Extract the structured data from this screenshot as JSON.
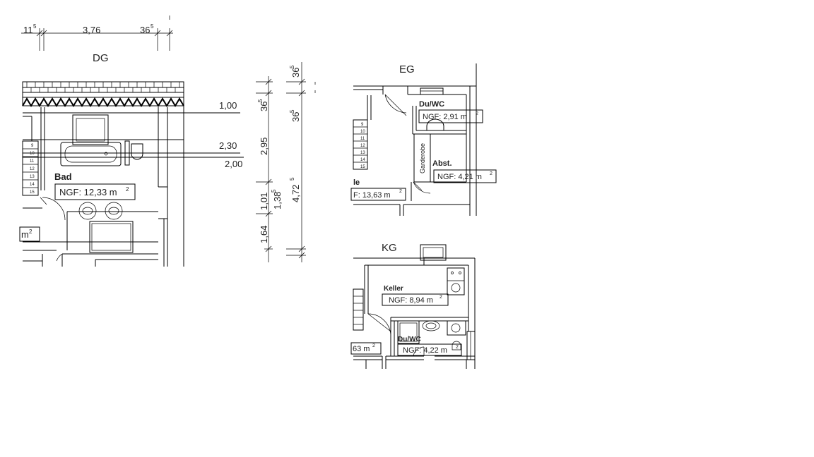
{
  "floors": {
    "dg": {
      "label": "DG"
    },
    "eg": {
      "label": "EG"
    },
    "kg": {
      "label": "KG"
    }
  },
  "dg_top_dims": {
    "left": "11",
    "left_sup": "5",
    "middle": "3,76",
    "right": "36",
    "right_sup": "5"
  },
  "dg_levels": {
    "l1": "1,00",
    "l2": "2,30",
    "l3": "2,00"
  },
  "vertical_dims_a": {
    "d1": "36",
    "d1_sup": "5",
    "d2": "2,95",
    "d3": "1,01",
    "d4": "1,64"
  },
  "vertical_dims_b": {
    "d1": "36",
    "d1_sup": "5",
    "d2": "36",
    "d2_sup": "5",
    "d3": "4,72",
    "d3_sup": "5",
    "d4": "1,38",
    "d4_sup": "5"
  },
  "dg_rooms": {
    "bad": {
      "name": "Bad",
      "area": "NGF: 12,33 m",
      "area_sup": "2"
    },
    "left_cut": {
      "area": "m",
      "area_sup": "2"
    }
  },
  "eg_rooms": {
    "duwc": {
      "name": "Du/WC",
      "area": "NGF: 2,91 m",
      "area_sup": "2"
    },
    "abst": {
      "name": "Abst.",
      "area": "NGF: 4,21 m",
      "area_sup": "2"
    },
    "garderobe": {
      "name": "Garderobe"
    },
    "diele": {
      "name": "le",
      "area": "F: 13,63 m",
      "area_sup": "2"
    }
  },
  "kg_rooms": {
    "keller": {
      "name": "Keller",
      "area": "NGF: 8,94 m",
      "area_sup": "2"
    },
    "duwc": {
      "name": "Du/WC",
      "area": "NGF: 4,22 m",
      "area_sup": "2"
    },
    "left_cut": {
      "area": "63 m",
      "area_sup": "2"
    }
  },
  "stair_steps_dg": [
    "9",
    "10",
    "11",
    "12",
    "13",
    "14",
    "15"
  ],
  "stair_steps_eg": [
    "9",
    "10",
    "11",
    "12",
    "13",
    "14",
    "15"
  ]
}
